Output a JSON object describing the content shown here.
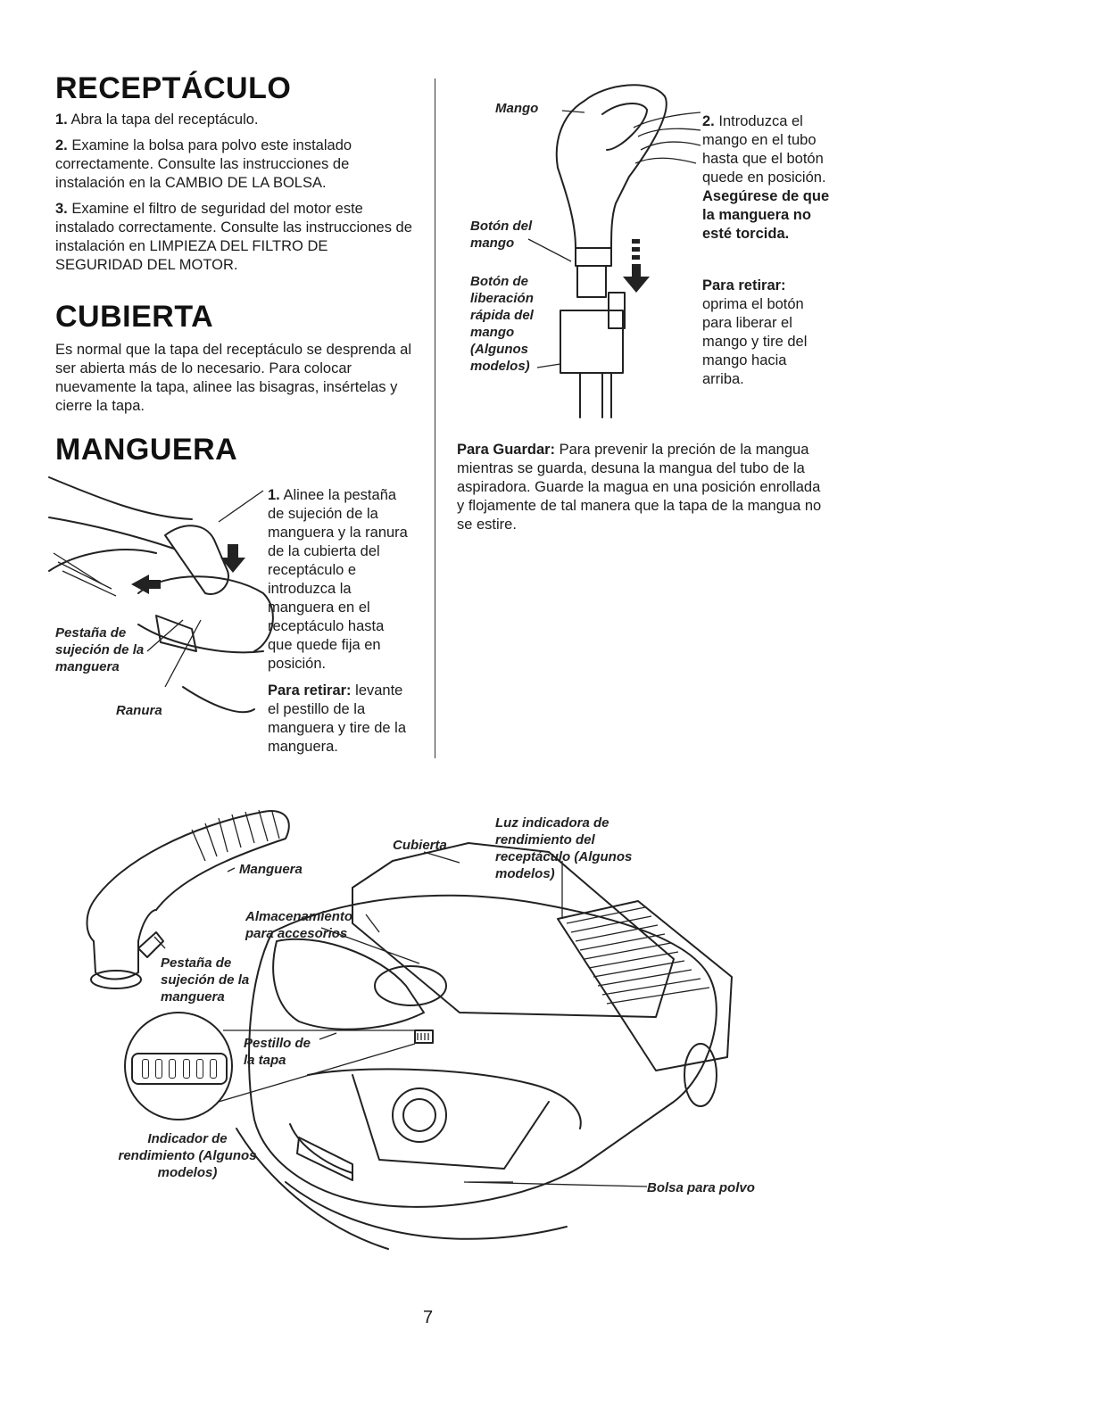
{
  "receptaculo": {
    "title": "RECEPTÁCULO",
    "steps": [
      {
        "num": "1.",
        "text": "Abra la tapa del receptáculo."
      },
      {
        "num": "2.",
        "text": "Examine la bolsa para polvo este instalado correctamente. Consulte las instrucciones de instalación en la CAMBIO DE LA BOLSA."
      },
      {
        "num": "3.",
        "text": "Examine el filtro de seguridad del motor este instalado correctamente. Consulte las instrucciones de instalación en LIMPIEZA DEL FILTRO DE SEGURIDAD DEL MOTOR."
      }
    ]
  },
  "cubierta": {
    "title": "CUBIERTA",
    "text": "Es normal que la tapa del receptáculo se desprenda al ser abierta más de lo necesario. Para colocar nuevamente la tapa, alinee las bisagras, insértelas y cierre la tapa."
  },
  "manguera": {
    "title": "MANGUERA",
    "step1_num": "1.",
    "step1_text": "Alinee la pestaña de sujeción de la manguera y la ranura de la cubierta del receptáculo e introduzca la manguera en el receptáculo hasta que quede fija en posición.",
    "remove_label": "Para retirar:",
    "remove_text": "levante el pestillo de la manguera y tire de la manguera.",
    "fig_labels": {
      "pestana": "Pestaña de sujeción de la manguera",
      "ranura": "Ranura"
    }
  },
  "mango": {
    "fig_labels": {
      "mango": "Mango",
      "boton_mango": "Botón del mango",
      "boton_liberacion": "Botón de liberación rápida del mango (Algunos modelos)"
    },
    "step2_num": "2.",
    "step2_text": "Introduzca el mango en el tubo hasta que el botón quede en posición.",
    "step2_bold": "Asegúrese de que la manguera no esté torcida.",
    "remove_label": "Para retirar:",
    "remove_text": "oprima el botón para liberar el mango y tire del mango hacia arriba."
  },
  "guardar": {
    "label": "Para Guardar:",
    "text": "Para prevenir la preción de la mangua mientras se guarda, desuna la mangua del tubo de la aspiradora. Guarde la magua en una posición enrollada y flojamente de tal manera que la tapa de la mangua no se estire."
  },
  "main_figure": {
    "labels": {
      "cubierta": "Cubierta",
      "luz": "Luz indicadora de rendimiento del receptáculo (Algunos modelos)",
      "manguera": "Manguera",
      "almacenamiento": "Almacenamiento para accesorios",
      "pestana": "Pestaña de sujeción de la manguera",
      "pestillo": "Pestillo de la tapa",
      "indicador": "Indicador de rendimiento (Algunos modelos)",
      "bolsa": "Bolsa para polvo"
    }
  },
  "page_number": "7"
}
